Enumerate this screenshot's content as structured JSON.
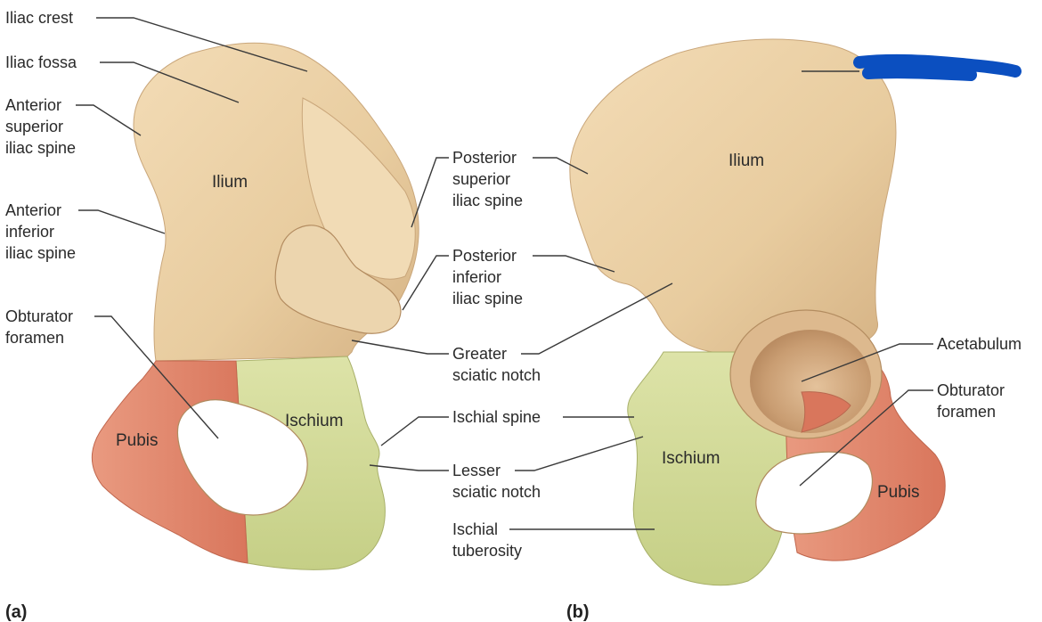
{
  "panels": {
    "a": {
      "tag": "(a)",
      "regions": {
        "ilium": "Ilium",
        "ischium": "Ischium",
        "pubis": "Pubis"
      },
      "labels": {
        "iliac_crest": [
          "Iliac crest"
        ],
        "iliac_fossa": [
          "Iliac fossa"
        ],
        "asis": [
          "Anterior",
          "superior",
          "iliac spine"
        ],
        "aiis": [
          "Anterior",
          "inferior",
          "iliac spine"
        ],
        "obturator": [
          "Obturator",
          "foramen"
        ]
      }
    },
    "center": {
      "labels": {
        "psis": [
          "Posterior",
          "superior",
          "iliac spine"
        ],
        "piis": [
          "Posterior",
          "inferior",
          "iliac spine"
        ],
        "greater_sciatic": [
          "Greater",
          "sciatic notch"
        ],
        "ischial_spine": [
          "Ischial spine"
        ],
        "lesser_sciatic": [
          "Lesser",
          "sciatic notch"
        ],
        "ischial_tuberosity": [
          "Ischial",
          "tuberosity"
        ]
      }
    },
    "b": {
      "tag": "(b)",
      "regions": {
        "ilium": "Ilium",
        "ischium": "Ischium",
        "pubis": "Pubis"
      },
      "labels": {
        "acetabulum": [
          "Acetabulum"
        ],
        "obturator": [
          "Obturator",
          "foramen"
        ]
      },
      "redaction_color": "#0b4fc0"
    }
  },
  "colors": {
    "bone": "#ecd3ac",
    "bone_shade": "#d9b98c",
    "bone_dark": "#c49d6e",
    "ischium": "#d6dda0",
    "ischium_shade": "#bcc67d",
    "pubis": "#e58d74",
    "pubis_shade": "#d2705a"
  }
}
